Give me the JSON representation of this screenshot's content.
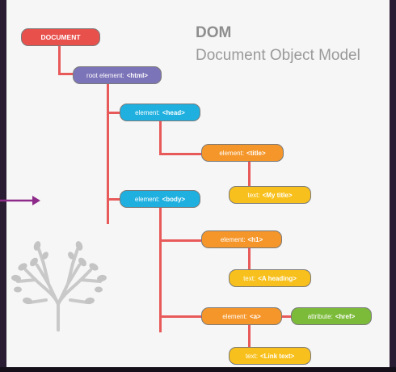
{
  "heading": {
    "title": "DOM",
    "subtitle": "Document Object Model"
  },
  "nodes": {
    "document": {
      "label": "DOCUMENT"
    },
    "html": {
      "prefix": "root element:",
      "tag": "<html>"
    },
    "head": {
      "prefix": "element:",
      "tag": "<head>"
    },
    "title": {
      "prefix": "element:",
      "tag": "<title>"
    },
    "title_text": {
      "prefix": "text:",
      "tag": "<My title>"
    },
    "body": {
      "prefix": "element:",
      "tag": "<body>"
    },
    "h1": {
      "prefix": "element:",
      "tag": "<h1>"
    },
    "h1_text": {
      "prefix": "text:",
      "tag": "<A heading>"
    },
    "a": {
      "prefix": "element:",
      "tag": "<a>"
    },
    "href": {
      "prefix": "attribute:",
      "tag": "<href>"
    },
    "a_text": {
      "prefix": "text:",
      "tag": "<Link text>"
    }
  },
  "colors": {
    "connector": "#e85a5a",
    "document": "#e8504c",
    "root": "#7c74b8",
    "element_blue": "#1fb0e0",
    "element_orange": "#f5962a",
    "text_yellow": "#f8c01c",
    "attribute_green": "#7cbb3a",
    "arrow": "#8e2a8a"
  },
  "icons": [
    "arrow-right-icon",
    "tree-icon"
  ]
}
